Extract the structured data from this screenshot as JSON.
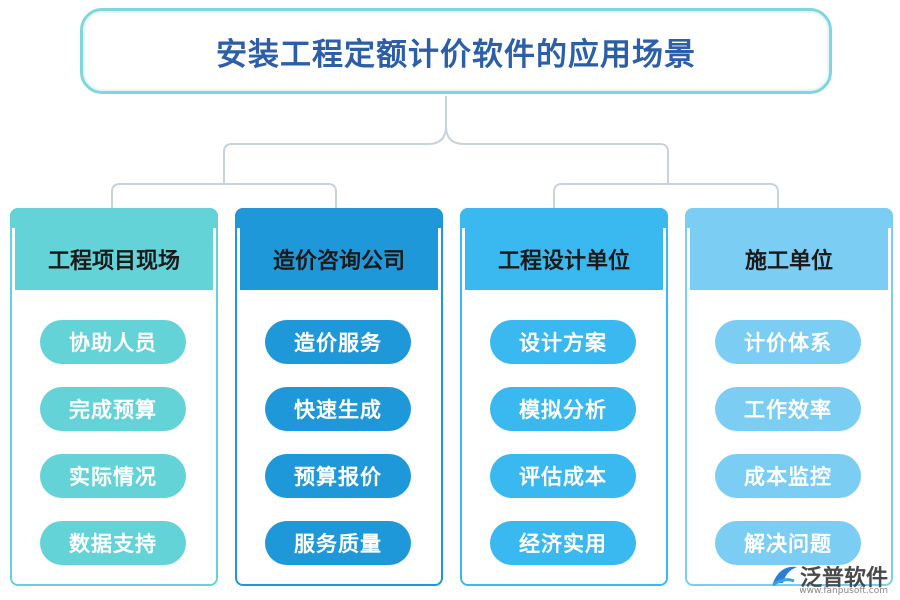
{
  "title": "安装工程定额计价软件的应用场景",
  "columns": [
    {
      "header": "工程项目现场",
      "items": [
        "协助人员",
        "完成预算",
        "实际情况",
        "数据支持"
      ],
      "border": "#63d3d8",
      "head_bg": "#63d3d8",
      "head_color": "#1a1a1a",
      "pill_bg": "#63d3d8"
    },
    {
      "header": "造价咨询公司",
      "items": [
        "造价服务",
        "快速生成",
        "预算报价",
        "服务质量"
      ],
      "border": "#1e98d8",
      "head_bg": "#1e98d8",
      "head_color": "#1a1a1a",
      "pill_bg": "#1e98d8"
    },
    {
      "header": "工程设计单位",
      "items": [
        "设计方案",
        "模拟分析",
        "评估成本",
        "经济实用"
      ],
      "border": "#39b9ef",
      "head_bg": "#39b9ef",
      "head_color": "#1a1a1a",
      "pill_bg": "#39b9ef"
    },
    {
      "header": "施工单位",
      "items": [
        "计价体系",
        "工作效率",
        "成本监控",
        "解决问题"
      ],
      "border": "#7ccdf4",
      "head_bg": "#7ccdf4",
      "head_color": "#1a1a1a",
      "pill_bg": "#7ccdf4"
    }
  ],
  "watermark": {
    "brand": "泛普软件",
    "url": "www.fanpusoft.com"
  },
  "colors": {
    "title_border": "#7fd6dc",
    "title_text": "#2c5fa8",
    "connector": "#c9d3dc"
  }
}
